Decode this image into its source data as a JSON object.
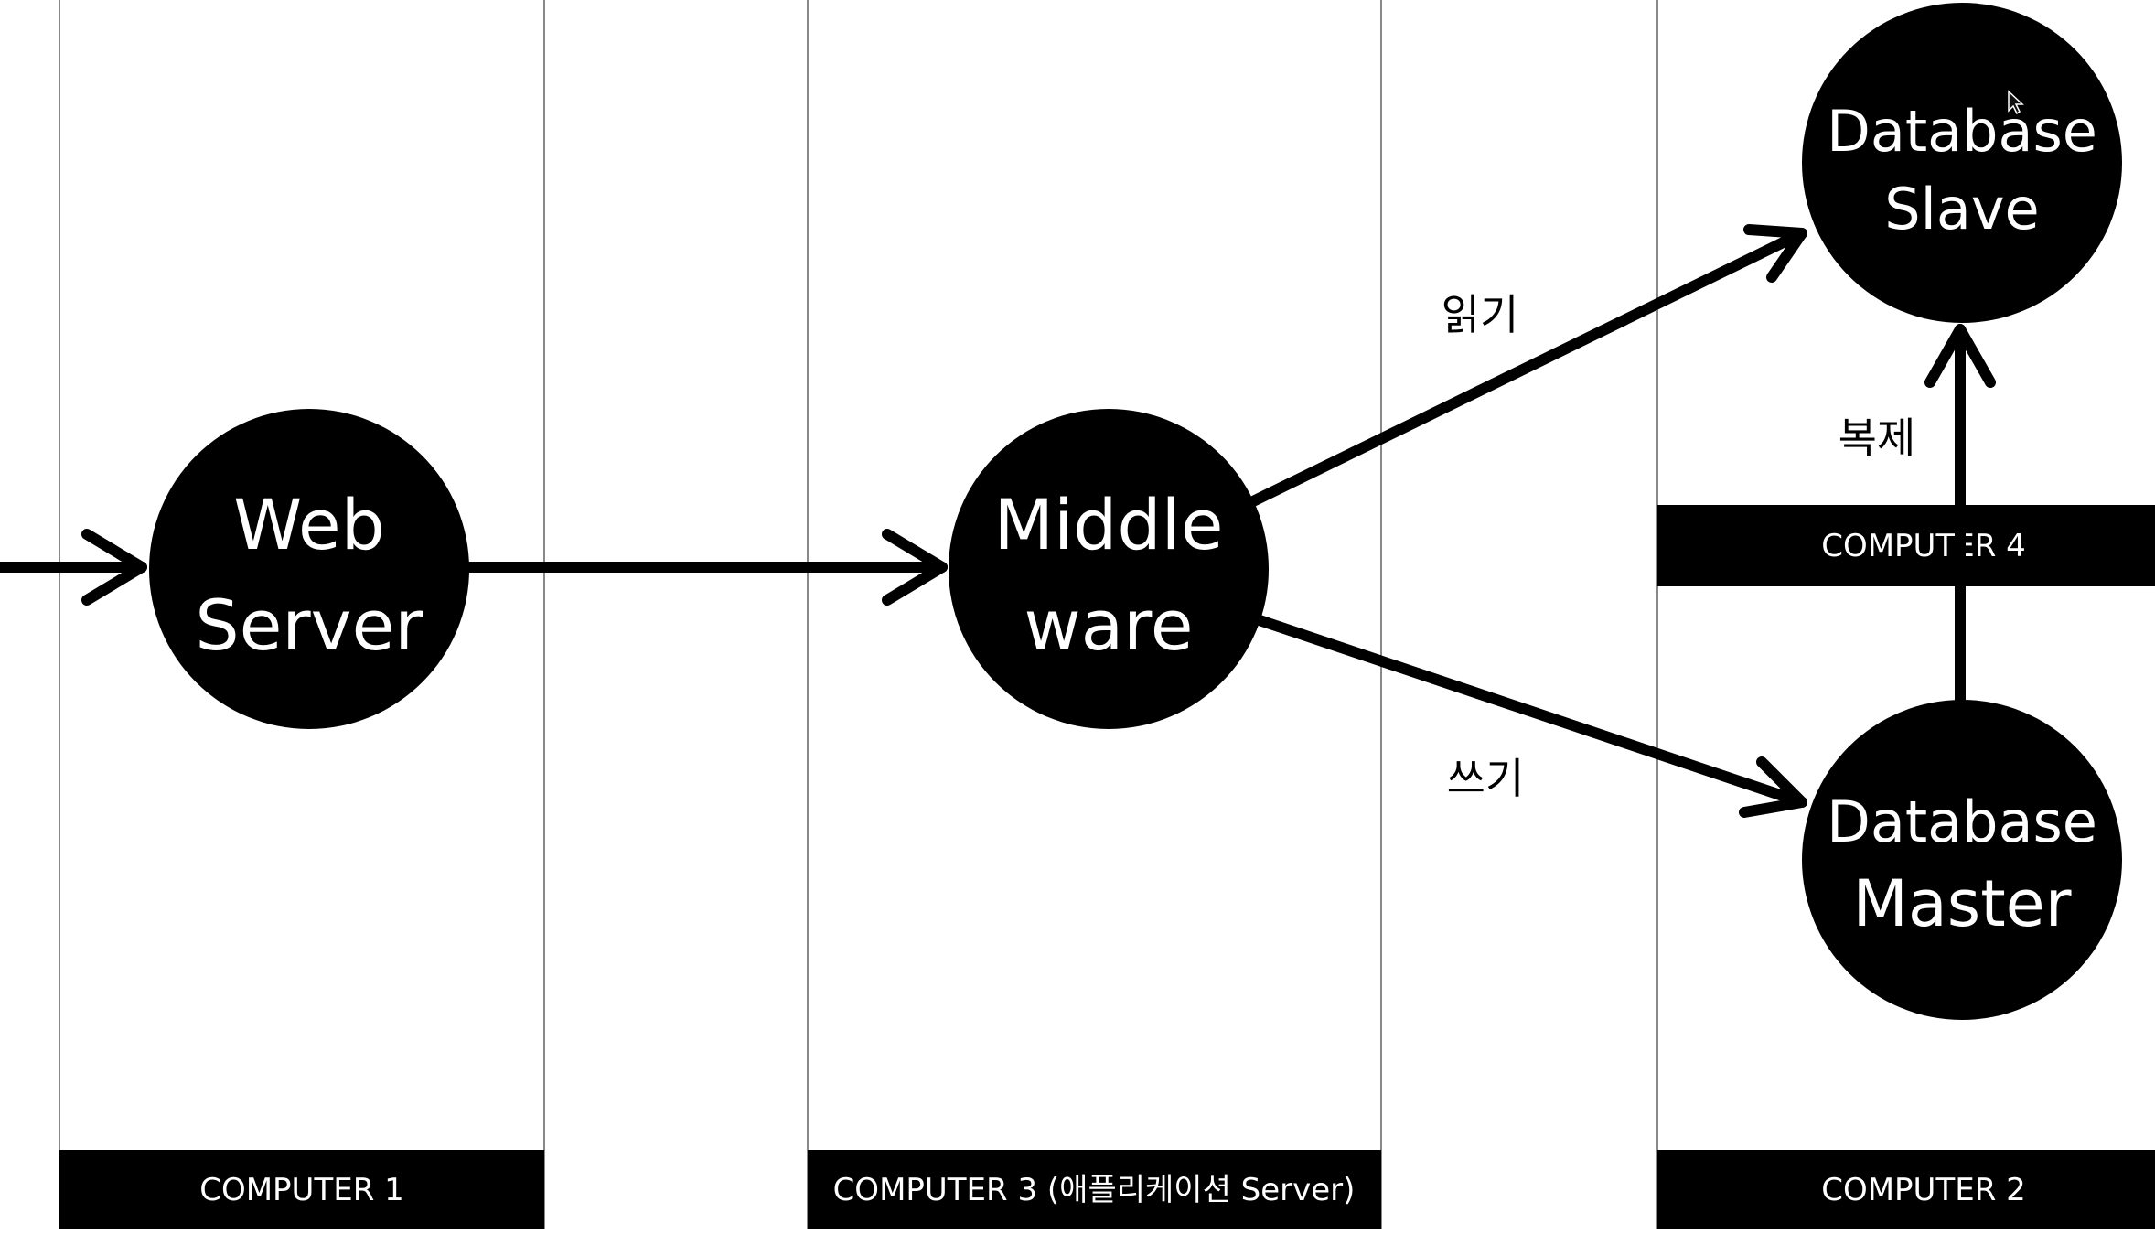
{
  "nodes": {
    "web_server": {
      "line1": "Web",
      "line2": "Server"
    },
    "middleware": {
      "line1": "Middle",
      "line2": "ware"
    },
    "db_slave": {
      "line1": "Database",
      "line2": "Slave"
    },
    "db_master": {
      "line1": "Database",
      "line2": "Master"
    }
  },
  "computers": {
    "c1": "COMPUTER 1",
    "c3": "COMPUTER 3 (애플리케이션 Server)",
    "c2": "COMPUTER 2",
    "c4": "COMPUTER 4"
  },
  "edges": {
    "read": "읽기",
    "write": "쓰기",
    "replicate": "복제"
  },
  "colors": {
    "ink": "#000000",
    "paper": "#ffffff",
    "lane_line": "#888888",
    "label_text": "#ffffff"
  }
}
